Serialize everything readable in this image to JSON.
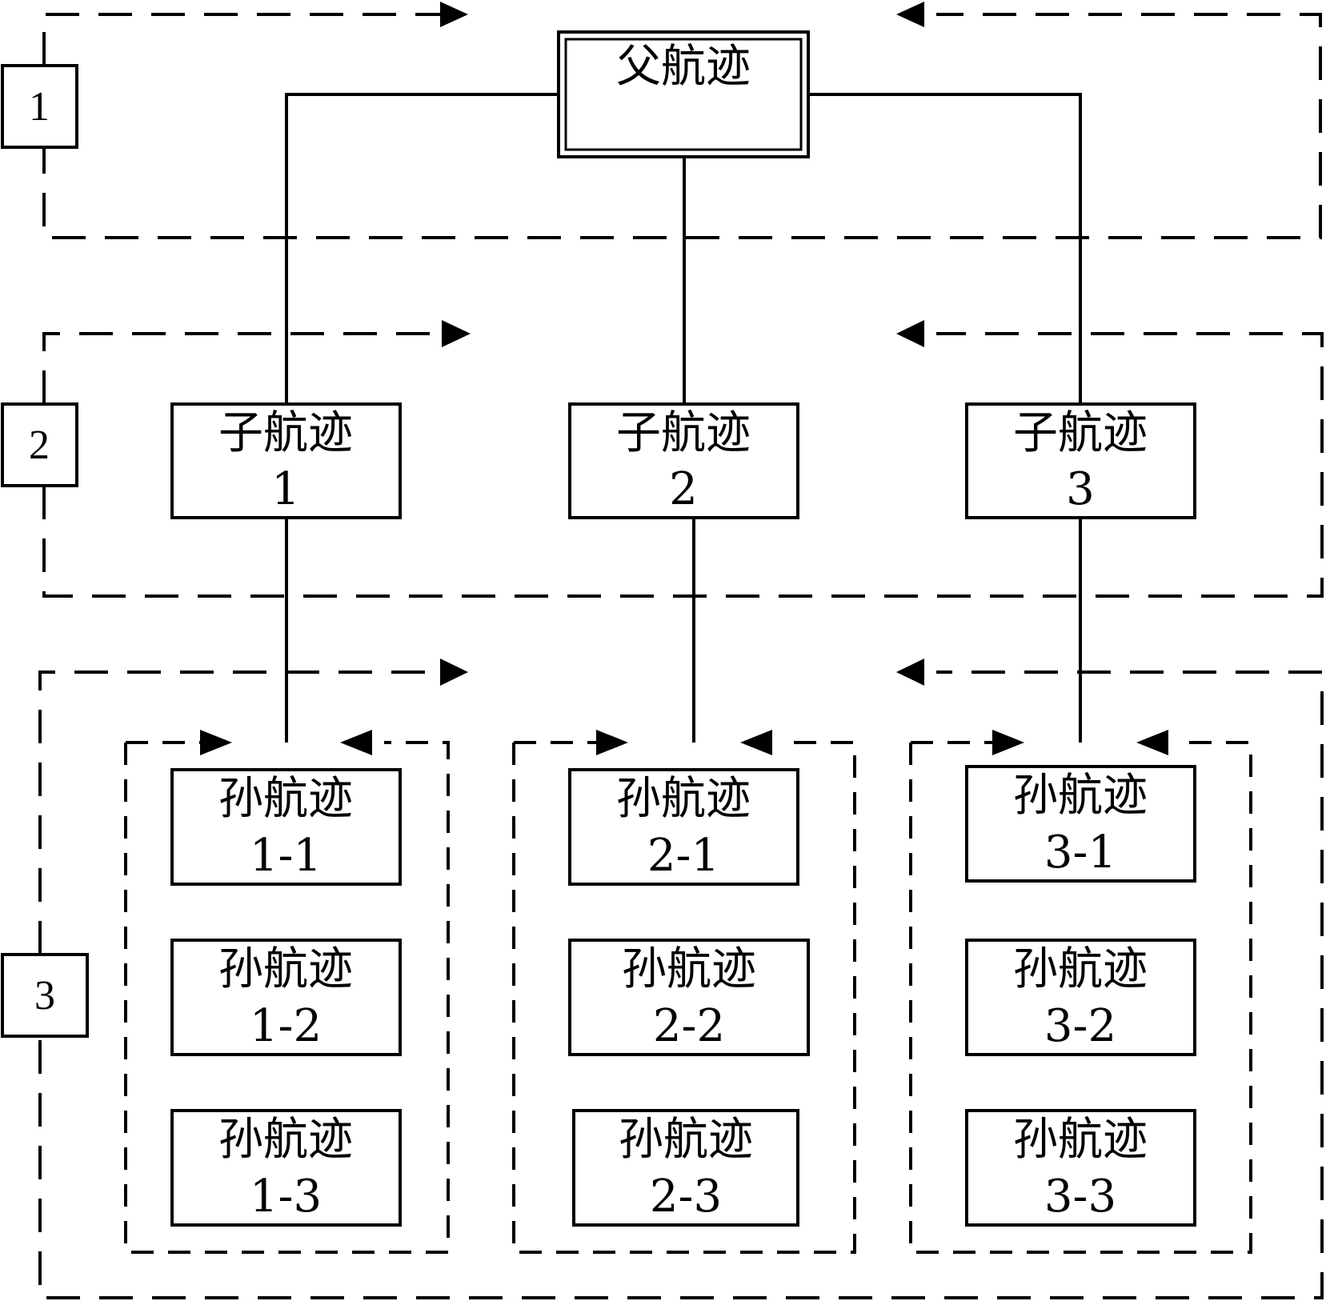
{
  "level_labels": [
    "1",
    "2",
    "3"
  ],
  "parent": {
    "title": "父航迹"
  },
  "children": [
    {
      "title": "子航迹",
      "id": "1"
    },
    {
      "title": "子航迹",
      "id": "2"
    },
    {
      "title": "子航迹",
      "id": "3"
    }
  ],
  "grandchildren": [
    [
      {
        "title": "孙航迹",
        "id": "1-1"
      },
      {
        "title": "孙航迹",
        "id": "1-2"
      },
      {
        "title": "孙航迹",
        "id": "1-3"
      }
    ],
    [
      {
        "title": "孙航迹",
        "id": "2-1"
      },
      {
        "title": "孙航迹",
        "id": "2-2"
      },
      {
        "title": "孙航迹",
        "id": "2-3"
      }
    ],
    [
      {
        "title": "孙航迹",
        "id": "3-1"
      },
      {
        "title": "孙航迹",
        "id": "3-2"
      },
      {
        "title": "孙航迹",
        "id": "3-3"
      }
    ]
  ]
}
